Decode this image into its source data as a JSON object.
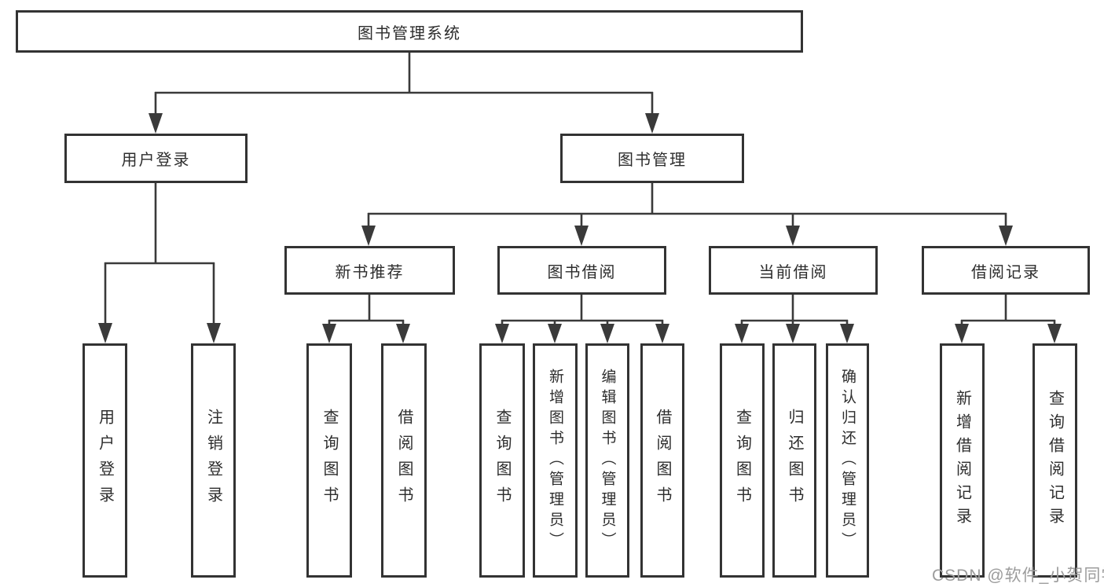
{
  "diagram": {
    "title": "图书管理系统",
    "tree": {
      "root": {
        "label": "图书管理系统"
      },
      "branches": [
        {
          "label": "用户登录",
          "children": [
            {
              "label": "用户登录"
            },
            {
              "label": "注销登录"
            }
          ]
        },
        {
          "label": "图书管理",
          "children": [
            {
              "label": "新书推荐",
              "children": [
                {
                  "label": "查询图书"
                },
                {
                  "label": "借阅图书"
                }
              ]
            },
            {
              "label": "图书借阅",
              "children": [
                {
                  "label": "查询图书"
                },
                {
                  "label": "新增图书（管理员）"
                },
                {
                  "label": "编辑图书（管理员）"
                },
                {
                  "label": "借阅图书"
                }
              ]
            },
            {
              "label": "当前借阅",
              "children": [
                {
                  "label": "查询图书"
                },
                {
                  "label": "归还图书"
                },
                {
                  "label": "确认归还（管理员）"
                }
              ]
            },
            {
              "label": "借阅记录",
              "children": [
                {
                  "label": "新增借阅记录"
                },
                {
                  "label": "查询借阅记录"
                }
              ]
            }
          ]
        }
      ]
    },
    "colors": {
      "line": "#3a3a3a",
      "box_border": "#333333",
      "text": "#2d2d2d",
      "watermark": "#9c9c9c",
      "background": "#ffffff"
    }
  },
  "watermark": {
    "text": "CSDN @软件_小贺同学"
  }
}
